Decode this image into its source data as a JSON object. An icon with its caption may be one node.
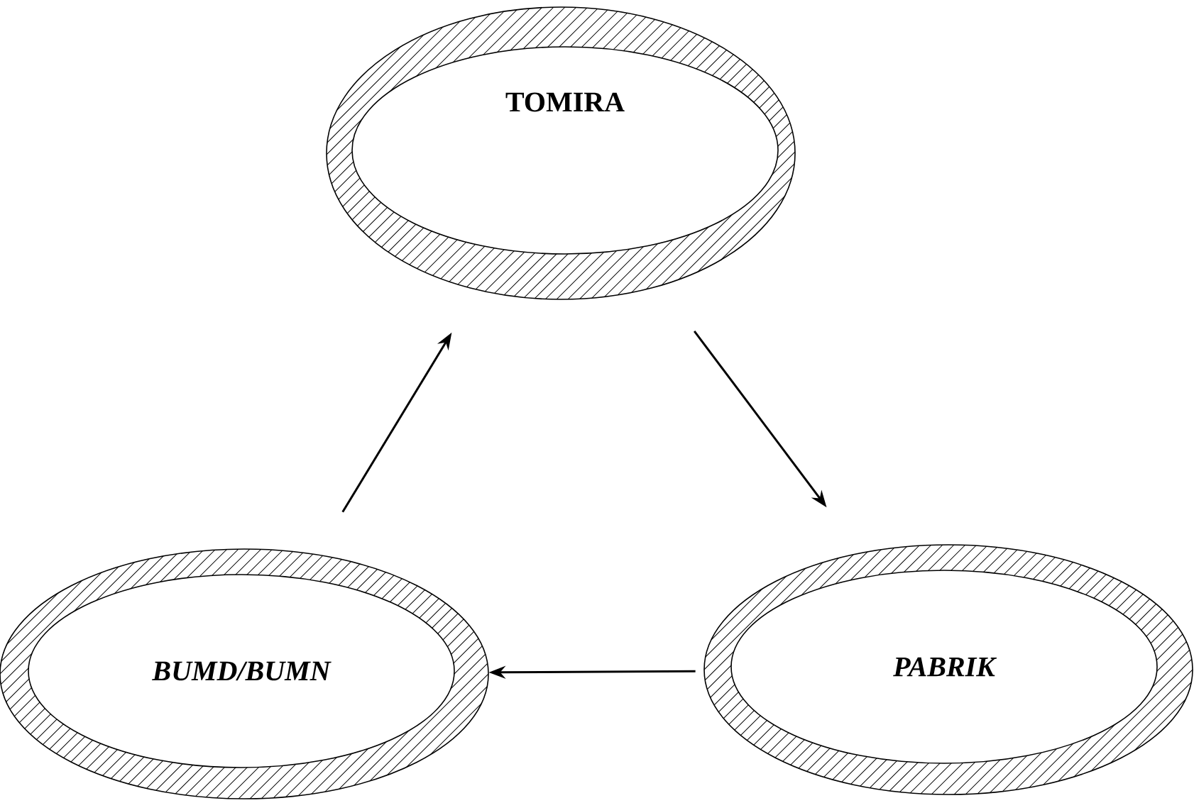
{
  "diagram": {
    "nodes": [
      {
        "text": [
          "TOMIRA"
        ]
      },
      {
        "text": [
          "PABRIK"
        ]
      },
      {
        "text": [
          "BUMD/BUMN"
        ]
      }
    ],
    "edges": [
      {
        "from": 0,
        "to": 1,
        "arrow": "to"
      },
      {
        "from": 1,
        "to": 2,
        "arrow": "to"
      },
      {
        "from": 2,
        "to": 0,
        "arrow": "to"
      }
    ]
  }
}
